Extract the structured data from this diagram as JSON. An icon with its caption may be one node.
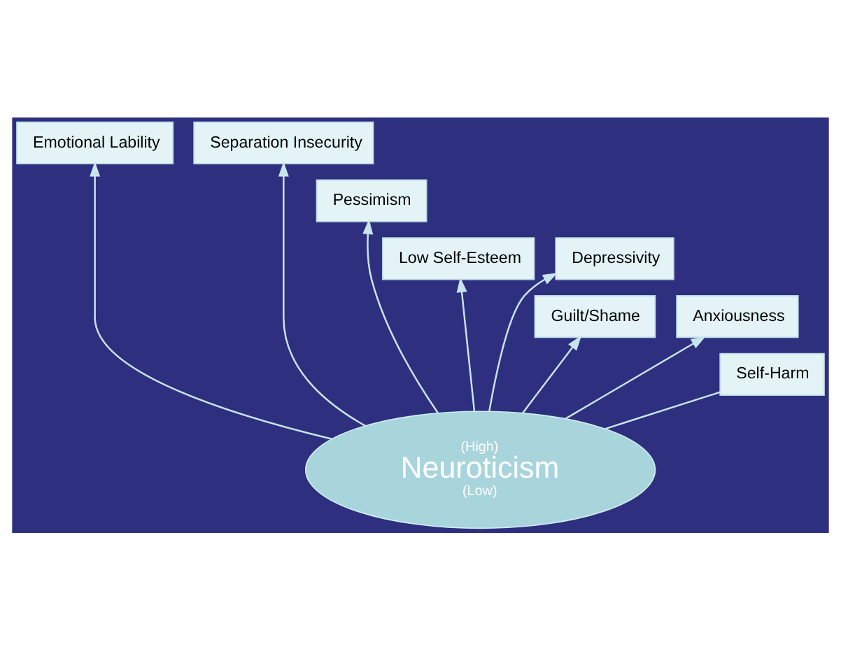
{
  "diagram": {
    "nodes": [
      {
        "text": [
          "Emotional Lability"
        ]
      },
      {
        "text": [
          "Separation Insecurity"
        ]
      },
      {
        "text": [
          "Pessimism"
        ]
      },
      {
        "text": [
          "Low Self-Esteem"
        ]
      },
      {
        "text": [
          "Depressivity"
        ]
      },
      {
        "text": [
          "Guilt/Shame"
        ]
      },
      {
        "text": [
          "Anxiousness"
        ]
      },
      {
        "text": [
          "Self-Harm"
        ]
      },
      {
        "text": [
          "(High)",
          "Neuroticism",
          "(Low)"
        ]
      }
    ],
    "edges": [
      {
        "from": 8,
        "to": 0,
        "arrow": "to"
      },
      {
        "from": 8,
        "to": 2,
        "arrow": "to"
      },
      {
        "from": 8,
        "to": 4,
        "arrow": "to"
      },
      {
        "from": 8,
        "to": 5,
        "arrow": "to"
      },
      {
        "from": 8,
        "to": 7,
        "arrow": "none"
      },
      {
        "from": 8,
        "to": 3,
        "arrow": "to"
      },
      {
        "from": 8,
        "to": 1,
        "arrow": "to"
      },
      {
        "from": 8,
        "to": 6,
        "arrow": "to"
      }
    ]
  }
}
